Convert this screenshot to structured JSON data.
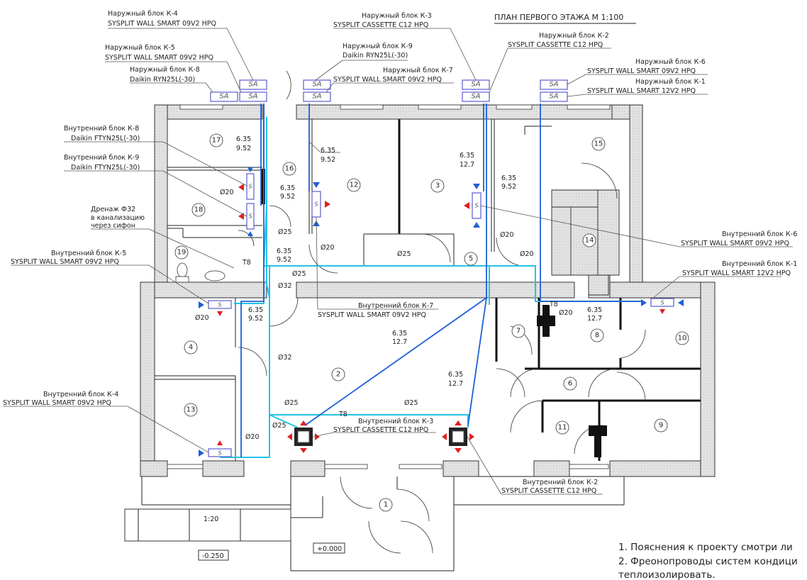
{
  "title": "ПЛАН  ПЕРВОГО ЭТАЖА М 1:100",
  "notes": [
    "1. Пояснения к проекту смотри ли",
    "2. Фреонопроводы систем кондици",
    "теплоизолировать."
  ],
  "outdoor_labels": {
    "k4_a": "Наружный блок К-4",
    "k4_b": "SYSPLIT WALL SMART 09V2 HPQ",
    "k5_a": "Наружный блок К-5",
    "k5_b": "SYSPLIT WALL SMART 09V2 HPQ",
    "k8_a": "Наружный блок К-8",
    "k8_b": "Daikin RYN25L(-30)",
    "k3_a": "Наружный блок К-3",
    "k3_b": "SYSPLIT CASSETTE C12 HPQ",
    "k9_a": "Наружный блок К-9",
    "k9_b": "Daikin RYN25L(-30)",
    "k7_a": "Наружный блок К-7",
    "k7_b": "SYSPLIT WALL SMART 09V2 HPQ",
    "k2_a": "Наружный блок К-2",
    "k2_b": "SYSPLIT CASSETTE C12 HPQ",
    "k6_a": "Наружный блок К-6",
    "k6_b": "SYSPLIT WALL SMART 09V2 HPQ",
    "k1_a": "Наружный блок К-1",
    "k1_b": "SYSPLIT WALL SMART 12V2 HPQ"
  },
  "indoor_labels": {
    "k8_a": "Внутренний блок К-8",
    "k8_b": "Daikin FTYN25L(-30)",
    "k9_a": "Внутренний блок К-9",
    "k9_b": "Daikin FTYN25L(-30)",
    "drain_a": "Дренаж Ф32",
    "drain_b": "в канализацию",
    "drain_c": "через сифон",
    "k5_a": "Внутренний блок К-5",
    "k5_b": "SYSPLIT WALL SMART 09V2 HPQ",
    "k4_a": "Внутренний блок К-4",
    "k4_b": "SYSPLIT WALL SMART 09V2 HPQ",
    "k7_a": "Внутренний блок К-7",
    "k7_b": "SYSPLIT WALL SMART 09V2 HPQ",
    "k6_a": "Внутренний блок К-6",
    "k6_b": "SYSPLIT WALL SMART 09V2 HPQ",
    "k1_a": "Внутренний блок К-1",
    "k1_b": "SYSPLIT WALL SMART 12V2 HPQ",
    "k3_a": "Внутренний блок К-3",
    "k3_b": "SYSPLIT CASSETTE C12 HPQ",
    "k2_a": "Внутренний блок К-2",
    "k2_b": "SYSPLIT CASSETTE C12 HPQ"
  },
  "unit_codes": {
    "sa": "SA",
    "s": "S"
  },
  "rooms": {
    "r1": "1",
    "r2": "2",
    "r3": "3",
    "r4": "4",
    "r5": "5",
    "r6": "6",
    "r7": "7",
    "r8": "8",
    "r9": "9",
    "r10": "10",
    "r11": "11",
    "r12": "12",
    "r13": "13",
    "r14": "14",
    "r15": "15",
    "r16": "16",
    "r17": "17",
    "r18": "18",
    "r19": "19"
  },
  "pipe_sizes": {
    "d635": "6.35",
    "d952": "9.52",
    "d127": "12.7",
    "phi20": "Ø20",
    "phi25": "Ø25",
    "phi32": "Ø32",
    "t8": "T8"
  },
  "levels": {
    "ramp": "1:20",
    "minus": "-0.250",
    "zero": "+0.000"
  },
  "colors": {
    "drain_pipe": "#22c4e6",
    "freon_pipe": "#1f5fd6",
    "unit": "#5a5ad0",
    "arrow": "#e02020"
  }
}
